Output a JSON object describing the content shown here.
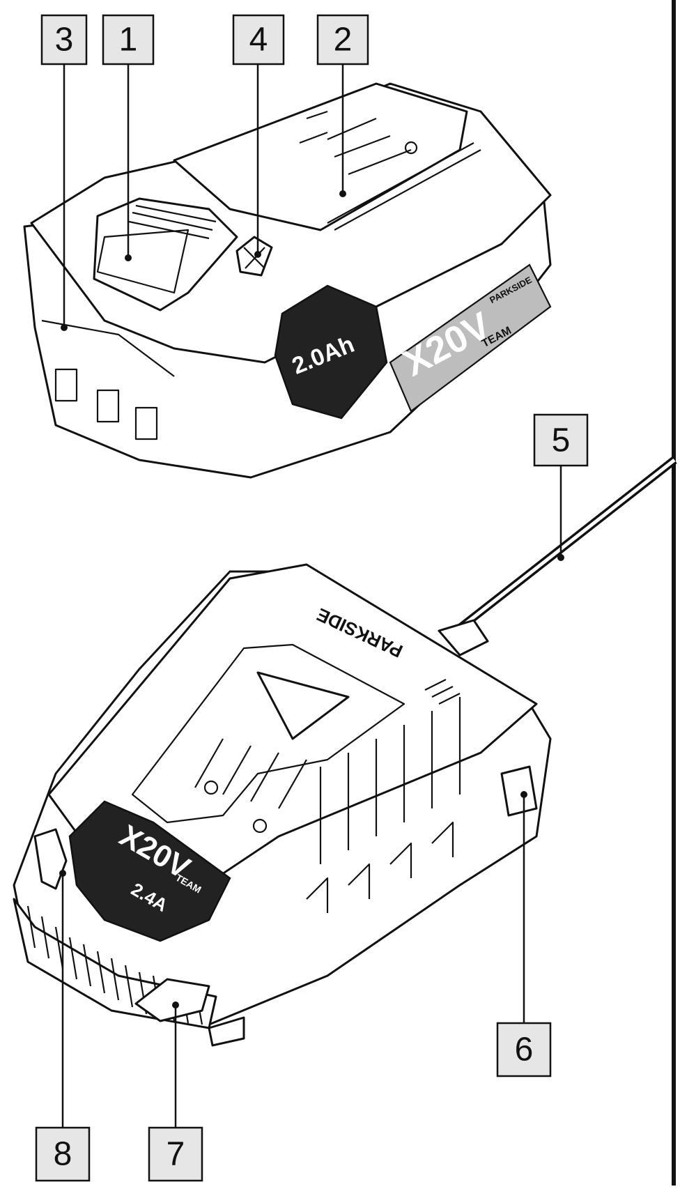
{
  "callouts": [
    {
      "id": "3",
      "label": "3"
    },
    {
      "id": "1",
      "label": "1"
    },
    {
      "id": "4",
      "label": "4"
    },
    {
      "id": "2",
      "label": "2"
    },
    {
      "id": "5",
      "label": "5"
    },
    {
      "id": "6",
      "label": "6"
    },
    {
      "id": "8",
      "label": "8"
    },
    {
      "id": "7",
      "label": "7"
    }
  ],
  "battery": {
    "capacity_label": "2.0Ah",
    "series_label": "X20V",
    "team_label": "TEAM",
    "brand_label": "PARKSIDE"
  },
  "charger": {
    "brand_label": "PARKSIDE",
    "series_label": "X20V",
    "team_label": "TEAM",
    "current_label": "2.4A"
  },
  "colors": {
    "line": "#111111",
    "callout_fill": "#e6e6e6",
    "label_panel": "#bdbdbd"
  }
}
